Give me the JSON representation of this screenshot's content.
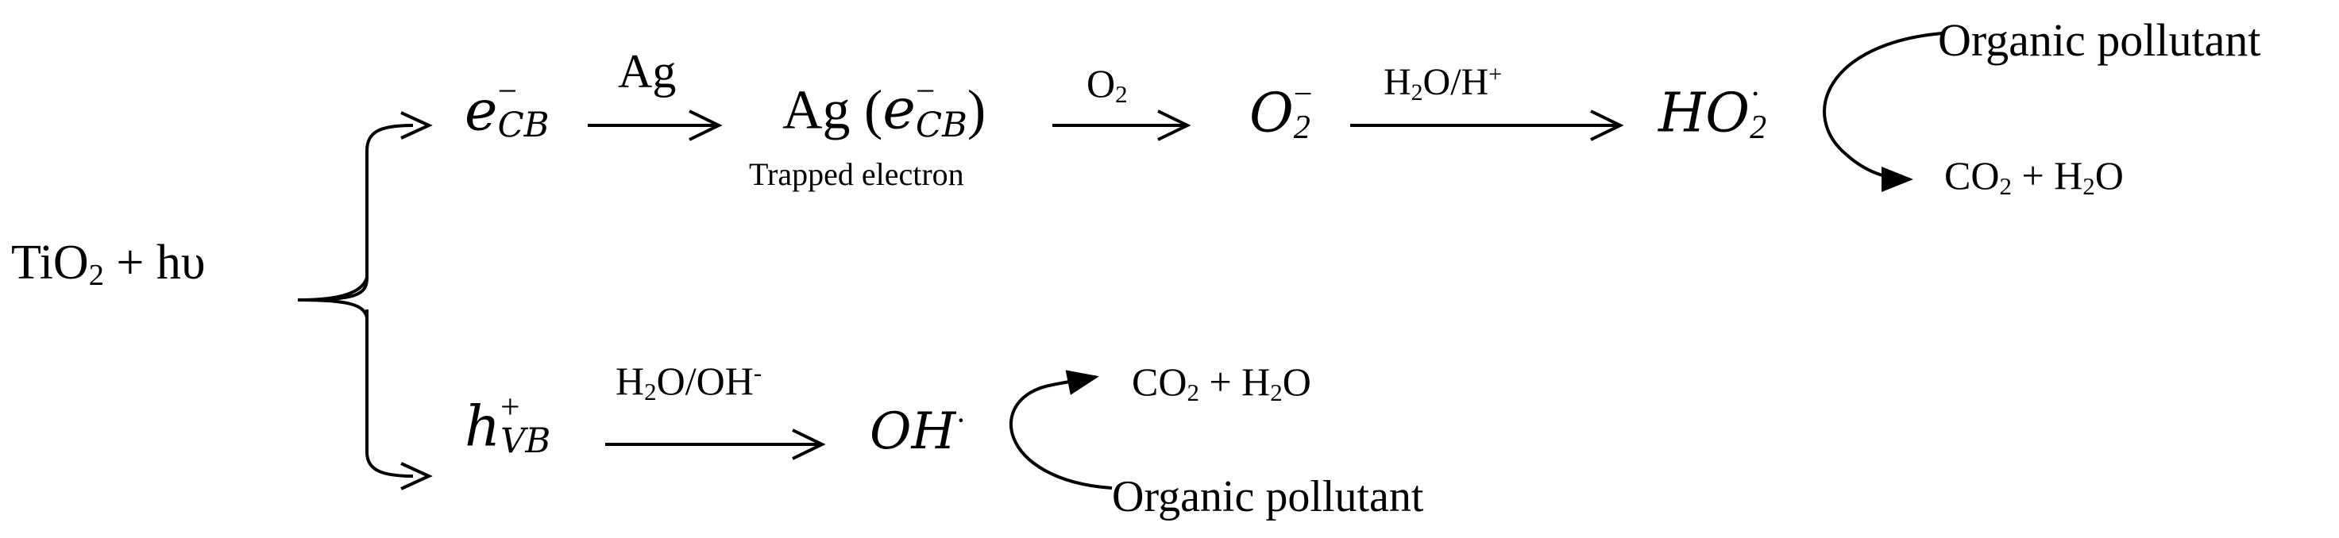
{
  "reactant": {
    "main": "TiO",
    "sub": "2",
    "rest": " + hυ"
  },
  "top_path": {
    "e_cb": {
      "base": "e",
      "sup": "−",
      "sub": "CB"
    },
    "arrow1_label": "Ag",
    "ag_trapped": {
      "prefix": "Ag (",
      "base": "e",
      "sup": "−",
      "sub": "CB",
      "suffix": ")"
    },
    "trapped_caption": "Trapped electron",
    "arrow2_label": {
      "main": "O",
      "sub": "2"
    },
    "superoxide": {
      "base": "O",
      "sup": "−",
      "sub": "2"
    },
    "arrow3_label": {
      "a": "H",
      "sub": "2",
      "b": "O/H",
      "sup": "+"
    },
    "hydroperoxyl": {
      "base": "HO",
      "sup": "·",
      "sub": "2"
    },
    "pollutant": "Organic pollutant",
    "products": {
      "a": "CO",
      "sub1": "2",
      "b": " + H",
      "sub2": "2",
      "c": "O"
    }
  },
  "bottom_path": {
    "h_vb": {
      "base": "h",
      "sup": "+",
      "sub": "VB"
    },
    "arrow_label": {
      "a": "H",
      "sub": "2",
      "b": "O/OH",
      "sup": "-"
    },
    "hydroxyl": {
      "base": "OH",
      "sup": "·"
    },
    "products": {
      "a": "CO",
      "sub1": "2",
      "b": " + H",
      "sub2": "2",
      "c": "O"
    },
    "pollutant": "Organic pollutant"
  },
  "colors": {
    "ink": "#000000",
    "background": "#ffffff"
  }
}
